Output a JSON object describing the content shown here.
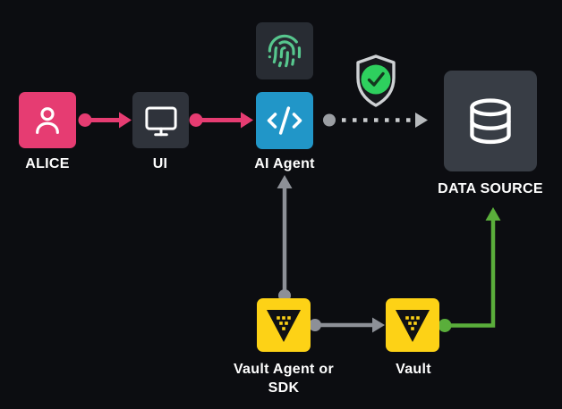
{
  "diagram": {
    "background": "#0c0d11",
    "nodes": {
      "alice": {
        "label": "ALICE",
        "color": "#e63c72",
        "icon": "user-icon"
      },
      "ui": {
        "label": "UI",
        "color": "#2f333b",
        "icon": "monitor-icon"
      },
      "fingerprint": {
        "color": "#282c33",
        "icon": "fingerprint-icon",
        "icon_color": "#57c78e"
      },
      "ai_agent": {
        "label": "AI Agent",
        "color": "#2196c8",
        "icon": "code-icon"
      },
      "data_source": {
        "label": "DATA SOURCE",
        "color": "#383d45",
        "icon": "database-icon"
      },
      "vault_agent": {
        "label_line1": "Vault Agent or",
        "label_line2": "SDK",
        "color": "#fdd216",
        "icon": "vault-logo-icon"
      },
      "vault": {
        "label": "Vault",
        "color": "#fdd216",
        "icon": "vault-logo-icon"
      }
    },
    "badges": {
      "shield_check": {
        "icon": "shield-check-icon",
        "shield_stroke": "#ced1d4",
        "circle_fill": "#2ed05e",
        "check_color": "#14391f"
      }
    },
    "edges": [
      {
        "from": "alice",
        "to": "ui",
        "style": "solid",
        "color": "#e63c72"
      },
      {
        "from": "ui",
        "to": "ai_agent",
        "style": "solid",
        "color": "#e63c72"
      },
      {
        "from": "ai_agent",
        "to": "data_source",
        "style": "dotted",
        "color": "#c9cbce"
      },
      {
        "from": "vault_agent",
        "to": "ai_agent",
        "style": "solid",
        "color": "#8d9097"
      },
      {
        "from": "vault_agent",
        "to": "vault",
        "style": "solid",
        "color": "#8d9097"
      },
      {
        "from": "vault",
        "to": "data_source",
        "style": "solid-elbow",
        "color": "#5aae3b"
      }
    ],
    "colors": {
      "pink": "#e63c72",
      "blue": "#2196c8",
      "yellow": "#fdd216",
      "gray_arrow": "#8d9097",
      "dotted_arrow": "#c9cbce",
      "green_arrow": "#5aae3b",
      "dark_node": "#2f333b",
      "darker_node": "#282c33",
      "ds_node": "#383d45",
      "fingerprint_green": "#57c78e",
      "shield_green": "#2ed05e",
      "text": "#ffffff"
    }
  }
}
